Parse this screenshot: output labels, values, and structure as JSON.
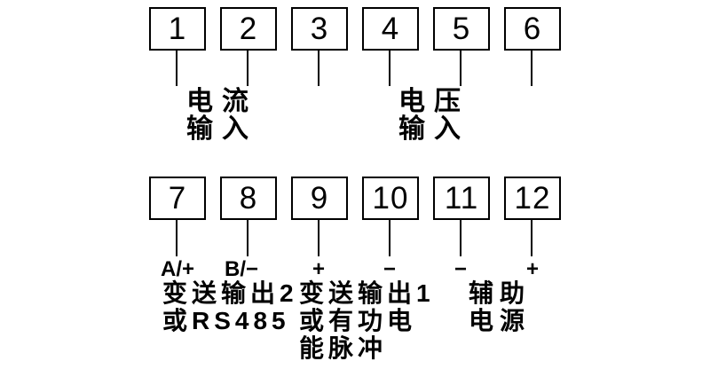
{
  "colors": {
    "background": "#ffffff",
    "line": "#000000",
    "text": "#000000"
  },
  "terminals": {
    "top": [
      {
        "number": "1"
      },
      {
        "number": "2"
      },
      {
        "number": "3"
      },
      {
        "number": "4"
      },
      {
        "number": "5"
      },
      {
        "number": "6"
      }
    ],
    "bottom": [
      {
        "number": "7",
        "symbol": "A/+"
      },
      {
        "number": "8",
        "symbol": "B/−"
      },
      {
        "number": "9",
        "symbol": "+"
      },
      {
        "number": "10",
        "symbol": "−"
      },
      {
        "number": "11",
        "symbol": "−"
      },
      {
        "number": "12",
        "symbol": "+"
      }
    ]
  },
  "labels": {
    "current_input": {
      "line1": "电流",
      "line2": "输入"
    },
    "voltage_input": {
      "line1": "电压",
      "line2": "输入"
    },
    "transmit_output2": {
      "line1": "变送输出2",
      "line2": "或RS485"
    },
    "transmit_output1": {
      "line1": "变送输出1",
      "line2": "或有功电",
      "line3": "能脉冲"
    },
    "aux_power": {
      "line1": "辅助",
      "line2": "电源"
    }
  }
}
